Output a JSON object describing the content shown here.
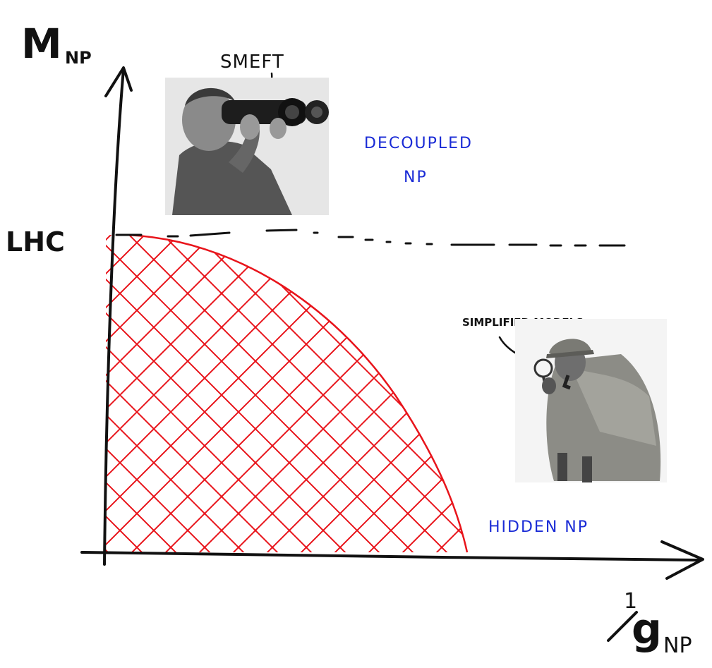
{
  "axes": {
    "y_label_main": "M",
    "y_label_sub": "NP",
    "x_label_numerator": "1",
    "x_label_main": "g",
    "x_label_sub": "NP",
    "lhc_label": "LHC"
  },
  "regions": {
    "decoupled_line1": "DECOUPLED",
    "decoupled_line2": "NP",
    "hidden": "HIDDEN NP"
  },
  "annotations": {
    "smeft": "SMEFT",
    "simplified_models": "SIMPLIFIED MODELS"
  },
  "colors": {
    "ink": "#111111",
    "hatch": "#e8141b",
    "label_blue": "#1a2bd6"
  },
  "photos": {
    "binoculars_icon": "person-with-binoculars-photo",
    "detective_icon": "detective-with-magnifier-photo"
  }
}
